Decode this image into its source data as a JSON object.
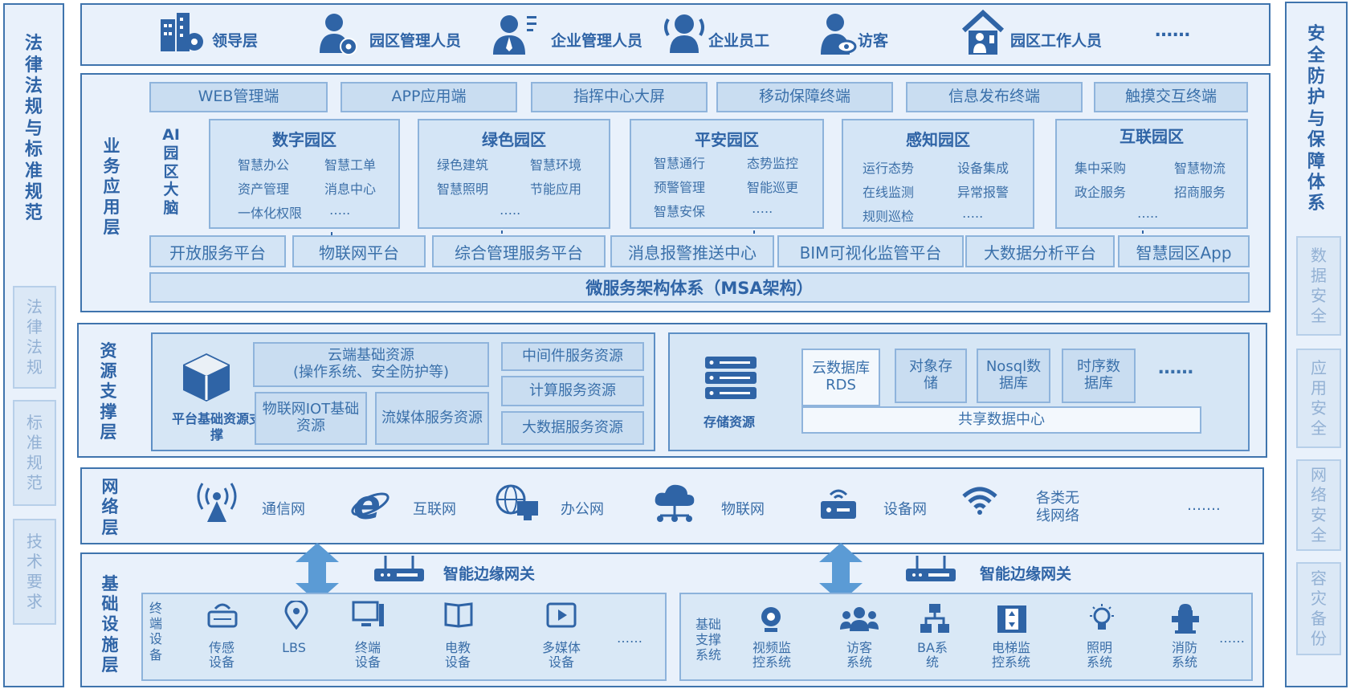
{
  "left_column": {
    "title": "法律法规与标准规范",
    "items": [
      "法律法规",
      "标准规范",
      "技术要求"
    ]
  },
  "right_column": {
    "title": "安全防护与保障体系",
    "items": [
      "数据安全",
      "应用安全",
      "网络安全",
      "容灾备份"
    ]
  },
  "users": [
    "领导层",
    "园区管理人员",
    "企业管理人员",
    "企业员工",
    "访客",
    "园区工作人员",
    "……"
  ],
  "business_layer": {
    "title": "业务应用层",
    "terminals": [
      "WEB管理端",
      "APP应用端",
      "指挥中心大屏",
      "移动保障终端",
      "信息发布终端",
      "触摸交互终端"
    ],
    "ai_brain": "AI园区大脑",
    "modules": [
      {
        "title": "数字园区",
        "items": [
          "智慧办公",
          "智慧工单",
          "资产管理",
          "消息中心",
          "一体化权限",
          "….."
        ]
      },
      {
        "title": "绿色园区",
        "items": [
          "绿色建筑",
          "智慧环境",
          "智慧照明",
          "节能应用",
          "….."
        ]
      },
      {
        "title": "平安园区",
        "items": [
          "智慧通行",
          "态势监控",
          "预警管理",
          "智能巡更",
          "智慧安保",
          "….."
        ]
      },
      {
        "title": "感知园区",
        "items": [
          "运行态势",
          "设备集成",
          "在线监测",
          "异常报警",
          "规则巡检",
          "….."
        ]
      },
      {
        "title": "互联园区",
        "items": [
          "集中采购",
          "智慧物流",
          "政企服务",
          "招商服务",
          "….."
        ]
      }
    ],
    "platforms": [
      "开放服务平台",
      "物联网平台",
      "综合管理服务平台",
      "消息报警推送中心",
      "BIM可视化监管平台",
      "大数据分析平台",
      "智慧园区App"
    ],
    "msa": "微服务架构体系（MSA架构）"
  },
  "resource_layer": {
    "title": "资源支撑层",
    "platform_label": "平台基础资源支撑",
    "cloud": "云端基础资源\n(操作系统、安全防护等)",
    "iot": "物联网IOT基础资源",
    "stream": "流媒体服务资源",
    "middleware": "中间件服务资源",
    "compute": "计算服务资源",
    "bigdata": "大数据服务资源",
    "storage_label": "存储资源",
    "storage_items": [
      "云数据库RDS",
      "对象存储",
      "Nosql数据库",
      "时序数据库"
    ],
    "storage_more": "……",
    "shared": "共享数据中心"
  },
  "network_layer": {
    "title": "网络层",
    "items": [
      "通信网",
      "互联网",
      "办公网",
      "物联网",
      "设备网",
      "各类无线网络"
    ],
    "more": "……."
  },
  "infra_layer": {
    "title": "基础设施层",
    "gateway": "智能边缘网关",
    "terminal_group": "终端设备",
    "terminals": [
      "传感设备",
      "LBS",
      "终端设备",
      "电教设备",
      "多媒体设备"
    ],
    "terminals_more": "……",
    "support_group": "基础支撑系统",
    "systems": [
      "视频监控系统",
      "访客系统",
      "BA系统",
      "电梯监控系统",
      "照明系统",
      "消防系统"
    ],
    "systems_more": "……"
  },
  "colors": {
    "primary": "#2f64a6",
    "panel": "#e9f1fb",
    "border": "#3f74ad",
    "arrow": "#5b9bd5"
  }
}
